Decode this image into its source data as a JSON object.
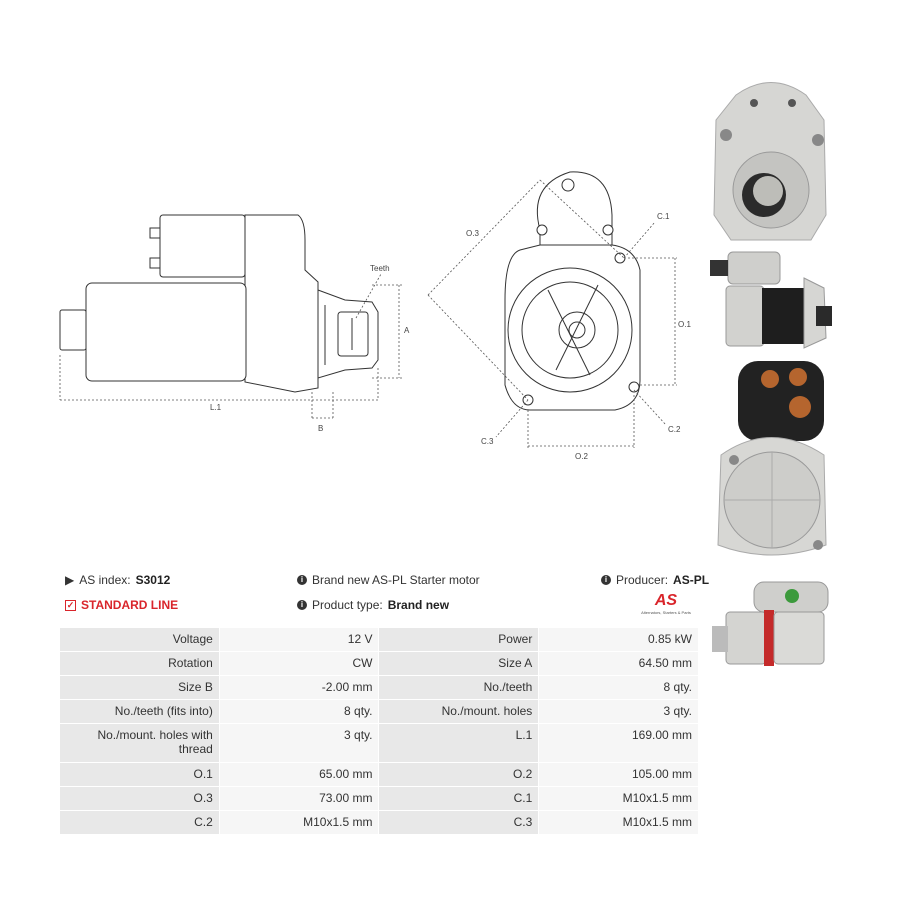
{
  "diagram_labels": {
    "teeth": "Teeth",
    "a": "A",
    "b": "B",
    "l1": "L.1",
    "o1": "O.1",
    "o2": "O.2",
    "o3": "O.3",
    "c1": "C.1",
    "c2": "C.2",
    "c3": "C.3"
  },
  "info": {
    "as_index_label": "AS index:",
    "as_index_value": "S3012",
    "standard_line": "STANDARD LINE",
    "description": "Brand new AS-PL Starter motor",
    "product_type_label": "Product type:",
    "product_type_value": "Brand new",
    "producer_label": "Producer:",
    "producer_value": "AS-PL",
    "logo_text": "AS",
    "logo_tagline": "Alternators, Starters & Parts"
  },
  "specs": [
    {
      "l1": "Voltage",
      "v1": "12 V",
      "l2": "Power",
      "v2": "0.85 kW"
    },
    {
      "l1": "Rotation",
      "v1": "CW",
      "l2": "Size A",
      "v2": "64.50 mm"
    },
    {
      "l1": "Size B",
      "v1": "-2.00 mm",
      "l2": "No./teeth",
      "v2": "8 qty."
    },
    {
      "l1": "No./teeth (fits into)",
      "v1": "8 qty.",
      "l2": "No./mount. holes",
      "v2": "3 qty."
    },
    {
      "l1": "No./mount. holes with thread",
      "v1": "3 qty.",
      "l2": "L.1",
      "v2": "169.00 mm"
    },
    {
      "l1": "O.1",
      "v1": "65.00 mm",
      "l2": "O.2",
      "v2": "105.00 mm"
    },
    {
      "l1": "O.3",
      "v1": "73.00 mm",
      "l2": "C.1",
      "v2": "M10x1.5 mm"
    },
    {
      "l1": "C.2",
      "v1": "M10x1.5 mm",
      "l2": "C.3",
      "v2": "M10x1.5 mm"
    }
  ],
  "colors": {
    "accent_red": "#d9252b",
    "label_cell": "#e8e8e8",
    "value_cell": "#f6f6f6"
  }
}
